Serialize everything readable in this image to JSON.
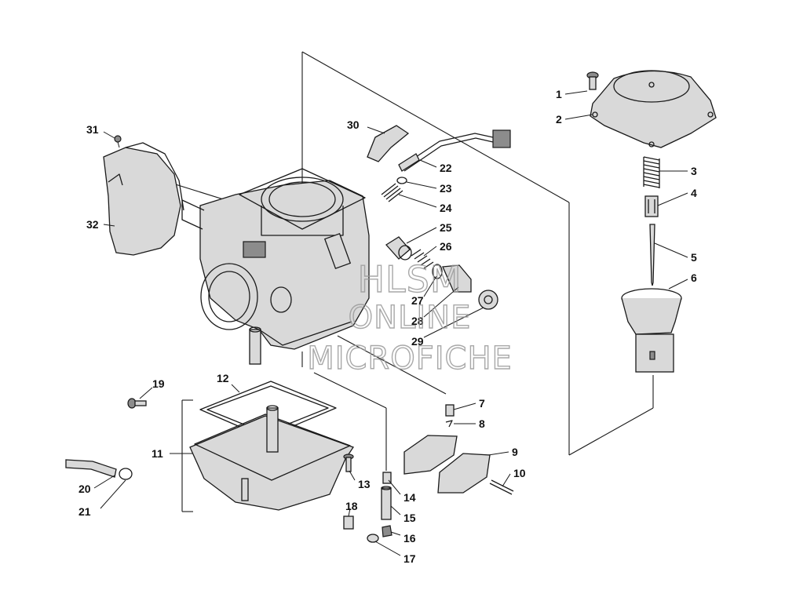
{
  "callouts": [
    {
      "id": "1",
      "label": "1"
    },
    {
      "id": "2",
      "label": "2"
    },
    {
      "id": "3",
      "label": "3"
    },
    {
      "id": "4",
      "label": "4"
    },
    {
      "id": "5",
      "label": "5"
    },
    {
      "id": "6",
      "label": "6"
    },
    {
      "id": "7",
      "label": "7"
    },
    {
      "id": "8",
      "label": "8"
    },
    {
      "id": "9",
      "label": "9"
    },
    {
      "id": "10",
      "label": "10"
    },
    {
      "id": "11",
      "label": "11"
    },
    {
      "id": "12",
      "label": "12"
    },
    {
      "id": "13",
      "label": "13"
    },
    {
      "id": "14",
      "label": "14"
    },
    {
      "id": "15",
      "label": "15"
    },
    {
      "id": "16",
      "label": "16"
    },
    {
      "id": "17",
      "label": "17"
    },
    {
      "id": "18",
      "label": "18"
    },
    {
      "id": "19",
      "label": "19"
    },
    {
      "id": "20",
      "label": "20"
    },
    {
      "id": "21",
      "label": "21"
    },
    {
      "id": "22",
      "label": "22"
    },
    {
      "id": "23",
      "label": "23"
    },
    {
      "id": "24",
      "label": "24"
    },
    {
      "id": "25",
      "label": "25"
    },
    {
      "id": "26",
      "label": "26"
    },
    {
      "id": "27",
      "label": "27"
    },
    {
      "id": "28",
      "label": "28"
    },
    {
      "id": "29",
      "label": "29"
    },
    {
      "id": "30",
      "label": "30"
    },
    {
      "id": "31",
      "label": "31"
    },
    {
      "id": "32",
      "label": "32"
    }
  ],
  "watermark": {
    "line1": "HLSM",
    "line2": "ONLINE",
    "line3": "MICROFICHE"
  },
  "colors": {
    "line": "#1a1a1a",
    "shade": "#d9d9d9",
    "watermark": "#9a9a9a",
    "background": "#ffffff"
  }
}
